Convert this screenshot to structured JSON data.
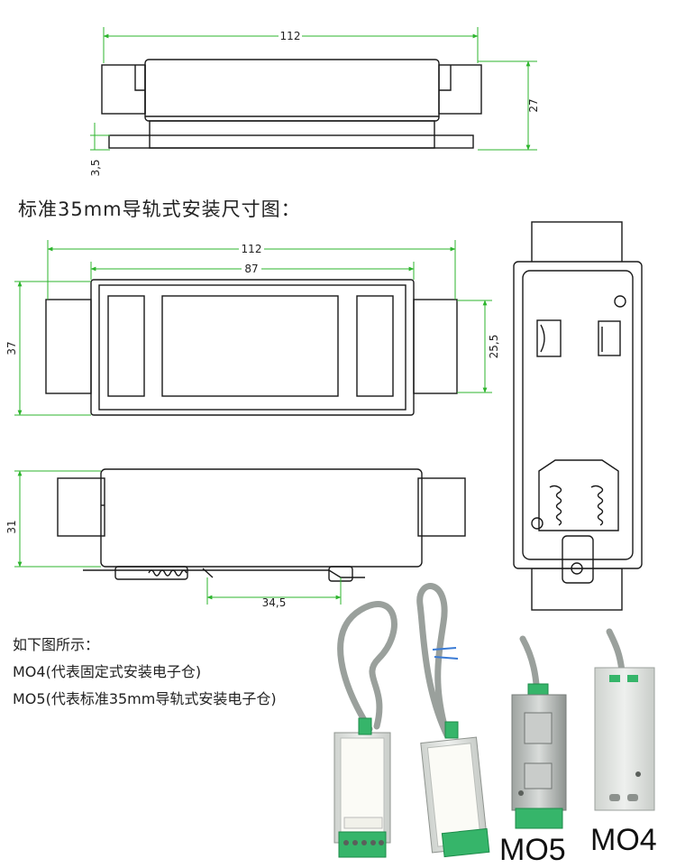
{
  "heading": "标准35mm导轨式安装尺寸图：",
  "notes": {
    "line1": "如下图所示：",
    "line2": "MO4(代表固定式安装电子仓)",
    "line3": "MO5(代表标准35mm导轨式安装电子仓)"
  },
  "dimensions": {
    "top_width": "112",
    "top_height": "27",
    "top_base": "3,5",
    "front_width": "112",
    "front_inner": "87",
    "front_height": "37",
    "front_side": "25,5",
    "side_height": "31",
    "side_rail": "34,5"
  },
  "photos": {
    "label_mo5": "MO5",
    "label_mo4": "MO4"
  },
  "colors": {
    "dimension_line": "#2db52d",
    "outline": "#1a1a1a",
    "terminal": "#36b56a",
    "housing": "#e3e6e3"
  }
}
